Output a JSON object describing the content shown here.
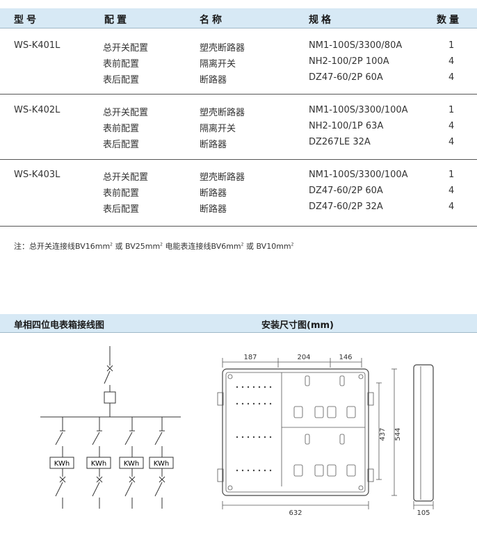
{
  "table": {
    "headers": [
      "型号",
      "配置",
      "名称",
      "规格",
      "数量"
    ],
    "groups": [
      {
        "model": "WS-K401L",
        "rows": [
          {
            "config": "总开关配置",
            "name": "塑壳断路器",
            "spec": "NM1-100S/3300/80A",
            "qty": "1"
          },
          {
            "config": "表前配置",
            "name": "隔离开关",
            "spec": "NH2-100/2P 100A",
            "qty": "4"
          },
          {
            "config": "表后配置",
            "name": "断路器",
            "spec": "DZ47-60/2P 60A",
            "qty": "4"
          }
        ]
      },
      {
        "model": "WS-K402L",
        "rows": [
          {
            "config": "总开关配置",
            "name": "塑壳断路器",
            "spec": "NM1-100S/3300/100A",
            "qty": "1"
          },
          {
            "config": "表前配置",
            "name": "隔离开关",
            "spec": "NH2-100/1P 63A",
            "qty": "4"
          },
          {
            "config": "表后配置",
            "name": "断路器",
            "spec": "DZ267LE 32A",
            "qty": "4"
          }
        ]
      },
      {
        "model": "WS-K403L",
        "rows": [
          {
            "config": "总开关配置",
            "name": "塑壳断路器",
            "spec": "NM1-100S/3300/100A",
            "qty": "1"
          },
          {
            "config": "表前配置",
            "name": "断路器",
            "spec": "DZ47-60/2P 60A",
            "qty": "4"
          },
          {
            "config": "表后配置",
            "name": "断路器",
            "spec": "DZ47-60/2P 32A",
            "qty": "4"
          }
        ]
      }
    ]
  },
  "note": {
    "prefix": "注：总开关连接线BV16mm",
    "p2": " 或 BV25mm",
    "p3": " 电能表连接线BV6mm",
    "p4": " 或 BV10mm",
    "sup": "2"
  },
  "section_titles": {
    "wiring": "单相四位电表箱接线图",
    "install": "安装尺寸图(mm)"
  },
  "wiring": {
    "meter_label": "KWh",
    "meter_count": 4
  },
  "dimensions": {
    "d187": "187",
    "d204": "204",
    "d146": "146",
    "d632": "632",
    "d437": "437",
    "d544": "544",
    "d105": "105"
  },
  "colors": {
    "header_bg": "#d7e9f5",
    "line": "#333333"
  }
}
